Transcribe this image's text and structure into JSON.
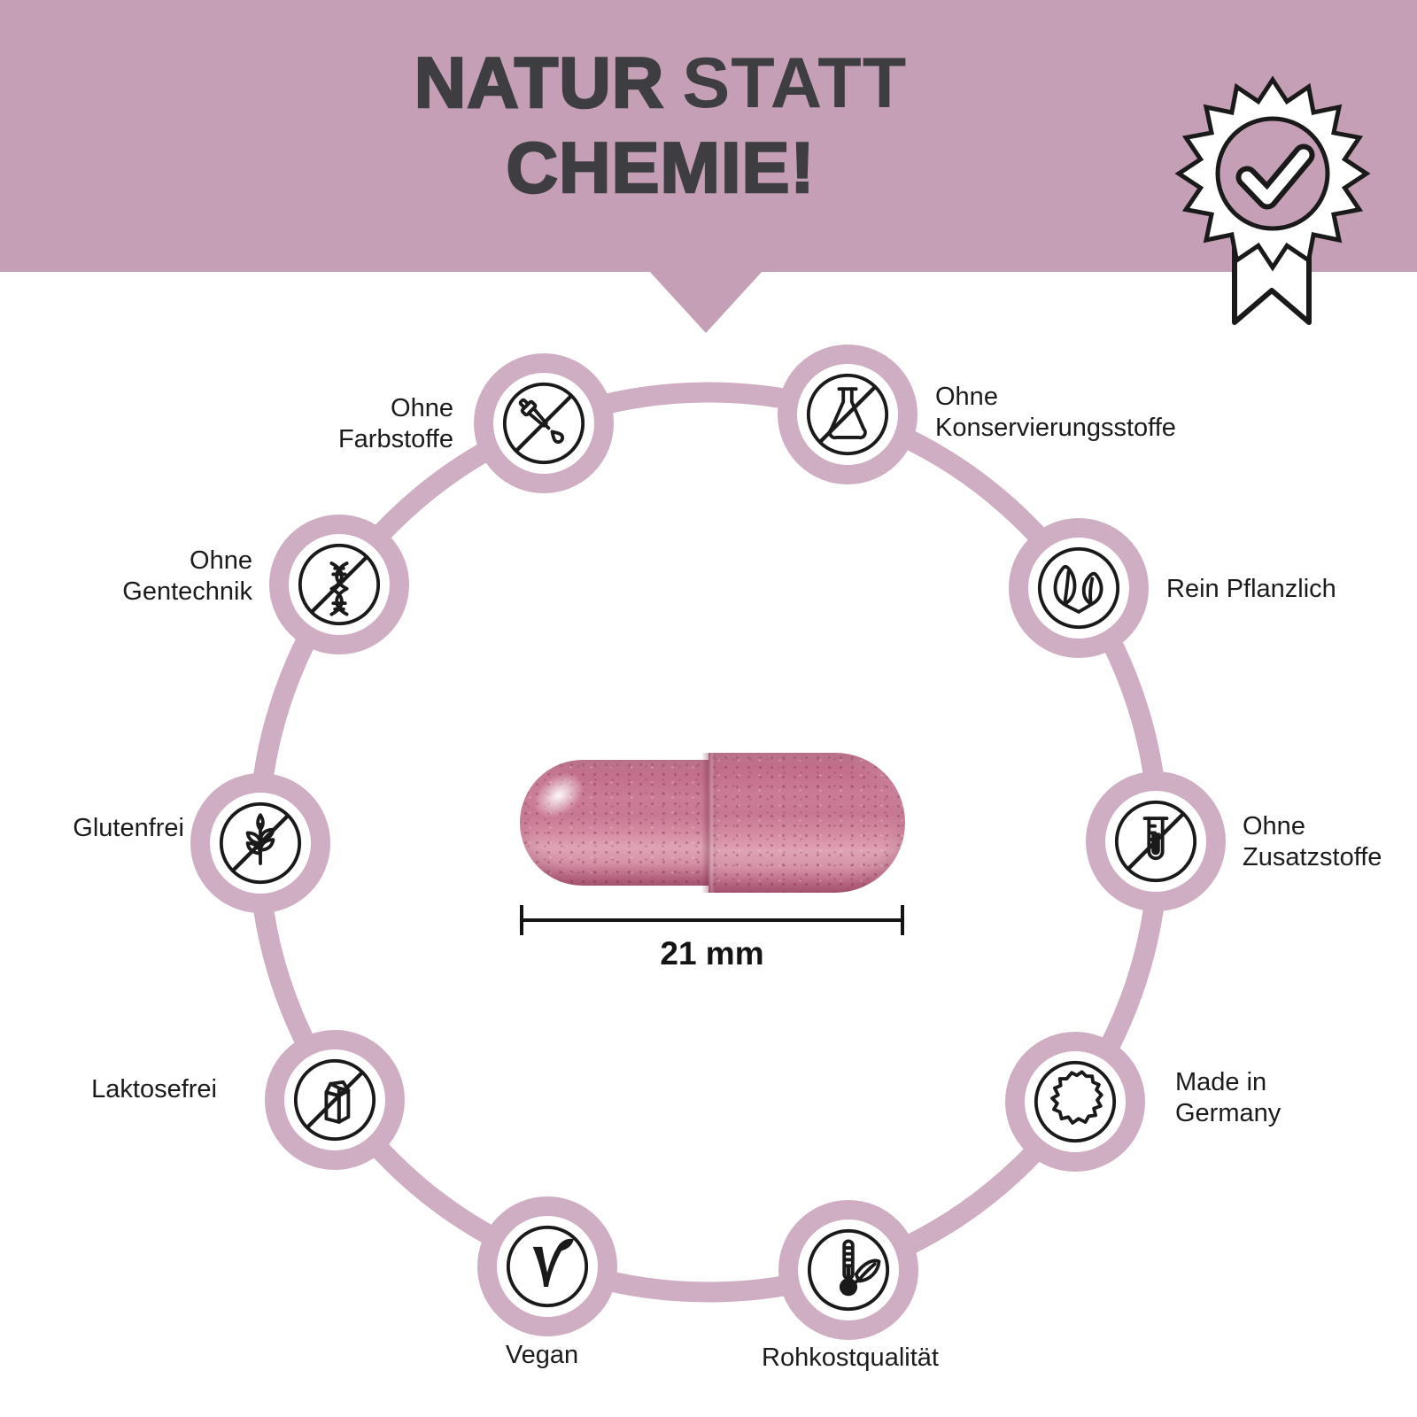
{
  "header": {
    "title_line1_strong": "NATUR",
    "title_line1_light": "STATT",
    "title_line2": "CHEMIE!"
  },
  "badge": {
    "meaning": "quality-seal-checkmark"
  },
  "capsule": {
    "size_label": "21 mm"
  },
  "features": [
    {
      "id": "ohne-farbstoffe",
      "icon": "dropper-crossed",
      "lines": [
        "Ohne",
        "Farbstoffe"
      ]
    },
    {
      "id": "ohne-konservierungsstoffe",
      "icon": "flask-crossed",
      "lines": [
        "Ohne",
        "Konservierungsstoffe"
      ]
    },
    {
      "id": "rein-pflanzlich",
      "icon": "leaves",
      "lines": [
        "Rein Pflanzlich"
      ]
    },
    {
      "id": "ohne-zusatzstoffe",
      "icon": "test-tube-crossed",
      "lines": [
        "Ohne",
        "Zusatzstoffe"
      ]
    },
    {
      "id": "made-in-germany",
      "icon": "germany-map",
      "lines": [
        "Made in",
        "Germany"
      ]
    },
    {
      "id": "rohkostqualitaet",
      "icon": "thermometer-leaf",
      "lines": [
        "Rohkostqualität"
      ]
    },
    {
      "id": "vegan",
      "icon": "vegan-v-leaf",
      "lines": [
        "Vegan"
      ]
    },
    {
      "id": "laktosefrei",
      "icon": "milk-carton-crossed",
      "lines": [
        "Laktosefrei"
      ]
    },
    {
      "id": "glutenfrei",
      "icon": "wheat-crossed",
      "lines": [
        "Glutenfrei"
      ]
    },
    {
      "id": "ohne-gentechnik",
      "icon": "dna-crossed",
      "lines": [
        "Ohne",
        "Gentechnik"
      ]
    }
  ],
  "colors": {
    "banner": "#c59fb5",
    "ring": "#cfadc3",
    "ink": "#1a1a1a",
    "title": "#3e3e42"
  }
}
